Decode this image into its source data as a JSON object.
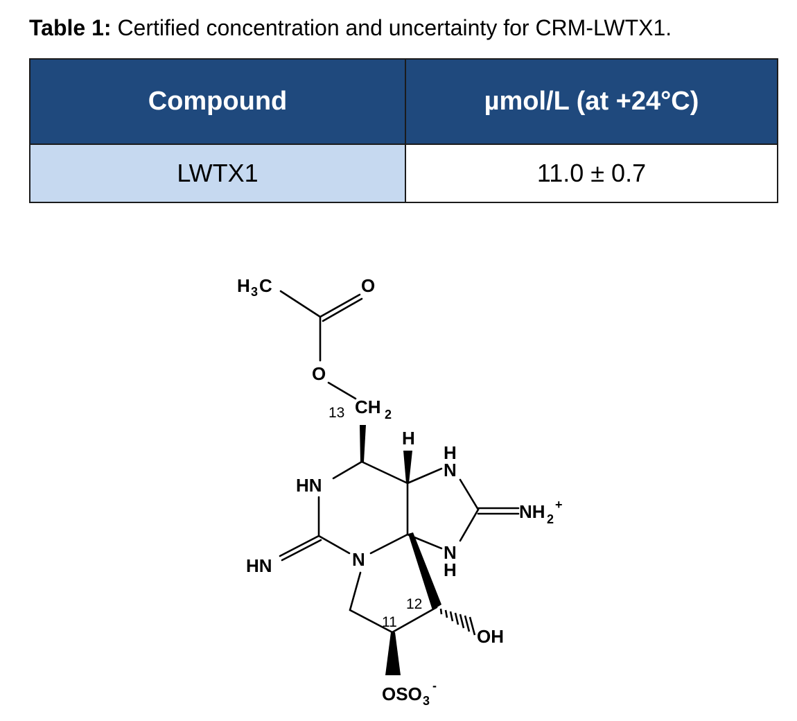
{
  "caption": {
    "label": "Table 1:",
    "text": "Certified concentration and uncertainty for CRM-LWTX1."
  },
  "table": {
    "headers": [
      "Compound",
      "µmol/L (at +24°C)"
    ],
    "rows": [
      {
        "compound": "LWTX1",
        "value": "11.0 ± 0.7"
      }
    ],
    "colors": {
      "header_bg": "#1f497d",
      "header_text": "#ffffff",
      "compound_bg": "#c6d9f0"
    }
  },
  "structure": {
    "atoms": {
      "h3c": "H",
      "h3c_sub": "3",
      "h3c_c": "C",
      "carbonyl_o": "O",
      "ester_o": "O",
      "ch2": "CH",
      "ch2_sub": "2",
      "bridge_h": "H",
      "nh_top_h": "H",
      "nh_top_n": "N",
      "hn_ring": "HN",
      "nh2": "NH",
      "nh2_sub": "2",
      "nh2_charge": "+",
      "hn_imine": "HN",
      "n_ring": "N",
      "nh_bottom_n": "N",
      "nh_bottom_h": "H",
      "oh": "OH",
      "oso3": "OSO",
      "oso3_sub": "3",
      "oso3_charge": "-"
    },
    "position_numbers": {
      "c13": "13",
      "c12": "12",
      "c11": "11"
    }
  }
}
